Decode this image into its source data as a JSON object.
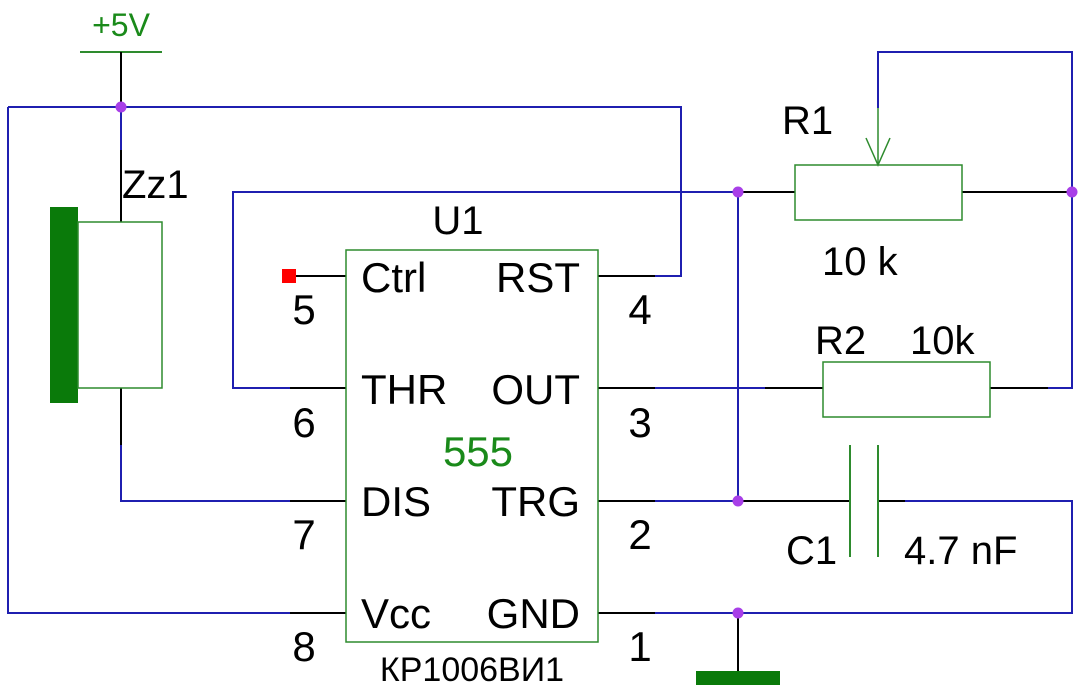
{
  "colors": {
    "wire": "#1f1fb0",
    "lead": "#000000",
    "component_outline": "#2e8b2e",
    "power_label": "#1a8a1a",
    "ground": "#0a7a0a",
    "junction": "#a83fe8",
    "nc_marker": "#ff0000",
    "chip_type_label": "#1a8a1a"
  },
  "power": {
    "label": "+5V"
  },
  "buzzer": {
    "ref": "Zz1"
  },
  "ic": {
    "ref": "U1",
    "type_label": "555",
    "part_number": "КР1006ВИ1",
    "pins": {
      "ctrl": {
        "name": "Ctrl",
        "number": "5"
      },
      "rst": {
        "name": "RST",
        "number": "4"
      },
      "thr": {
        "name": "THR",
        "number": "6"
      },
      "out": {
        "name": "OUT",
        "number": "3"
      },
      "dis": {
        "name": "DIS",
        "number": "7"
      },
      "trg": {
        "name": "TRG",
        "number": "2"
      },
      "vcc": {
        "name": "Vcc",
        "number": "8"
      },
      "gnd": {
        "name": "GND",
        "number": "1"
      }
    }
  },
  "r1": {
    "ref": "R1",
    "value": "10 k"
  },
  "r2": {
    "ref": "R2",
    "value": "10k"
  },
  "c1": {
    "ref": "C1",
    "value": "4.7 nF"
  }
}
